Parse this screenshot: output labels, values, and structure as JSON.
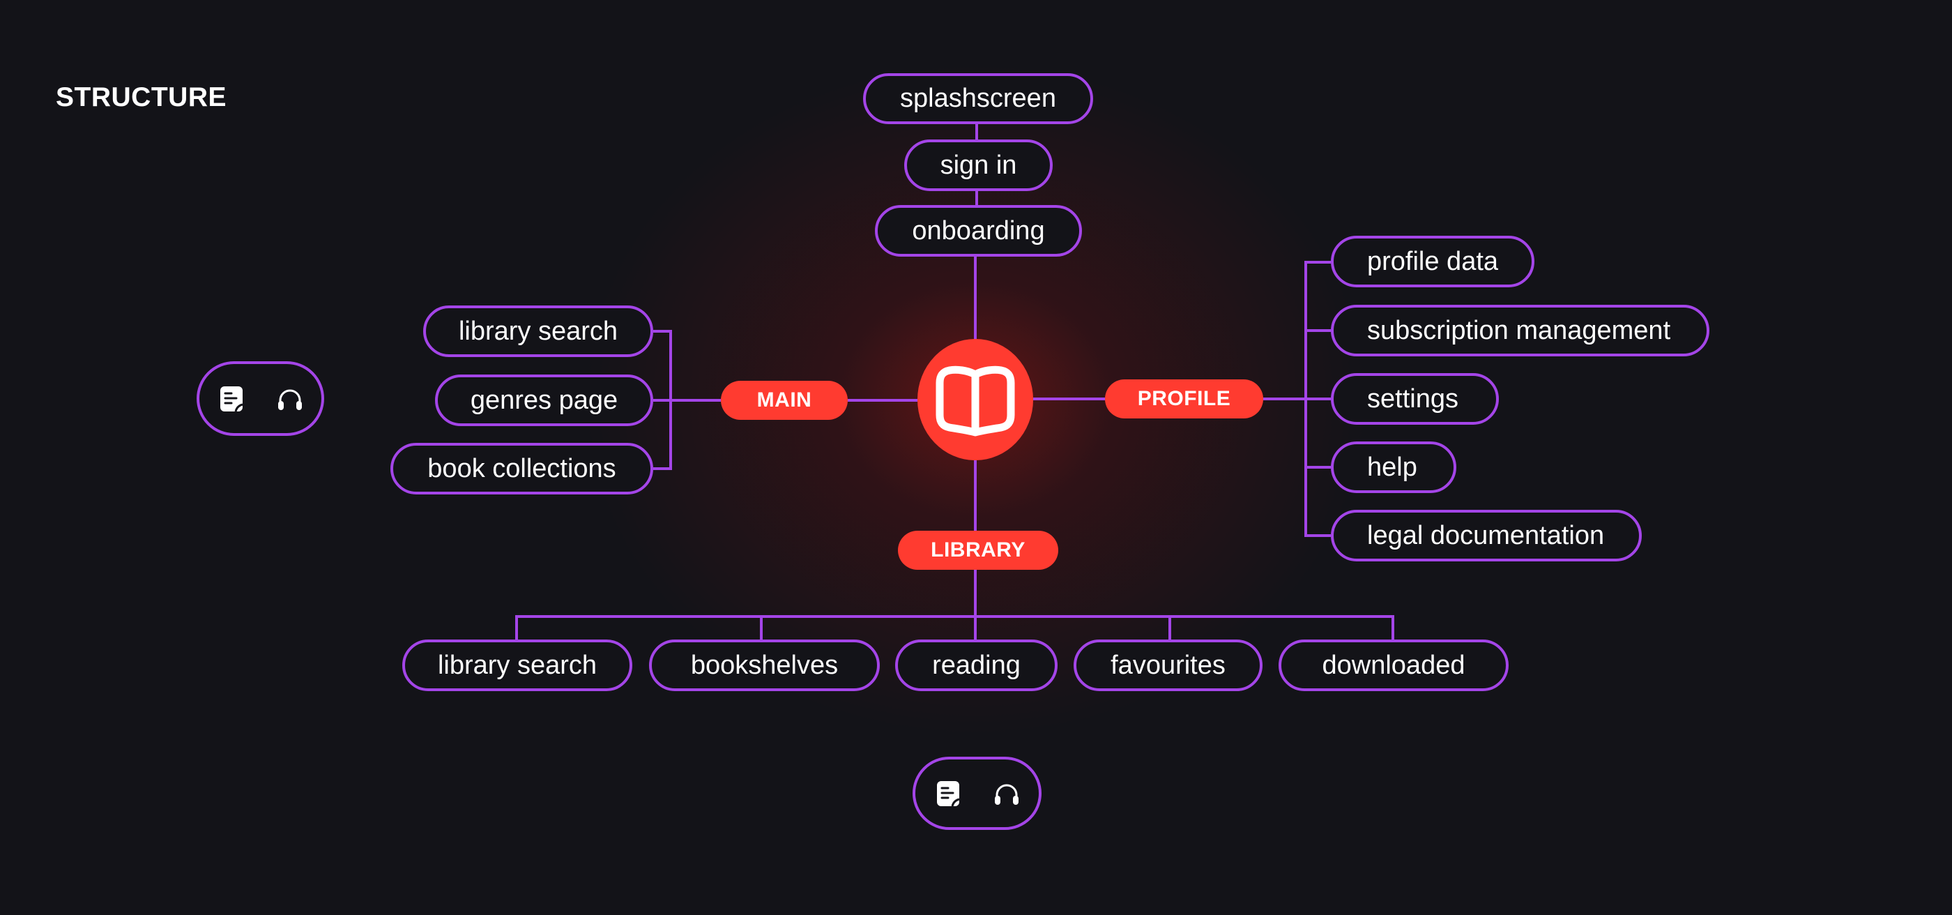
{
  "title": "STRUCTURE",
  "colors": {
    "accent_purple": "#A445E8",
    "accent_red": "#FF3B30",
    "background": "#131318",
    "text": "#FFFFFF"
  },
  "hub": {
    "icon": "open-book-icon"
  },
  "onboarding_flow": [
    "splashscreen",
    "sign in",
    "onboarding"
  ],
  "sections": {
    "main": {
      "label": "MAIN",
      "items": [
        "library search",
        "genres page",
        "book collections"
      ]
    },
    "profile": {
      "label": "PROFILE",
      "items": [
        "profile data",
        "subscription management",
        "settings",
        "help",
        "legal documentation"
      ]
    },
    "library": {
      "label": "LIBRARY",
      "items": [
        "library search",
        "bookshelves",
        "reading",
        "favourites",
        "downloaded"
      ]
    }
  },
  "mode_toggles": [
    {
      "icons": [
        "text-document-icon",
        "headphones-icon"
      ]
    },
    {
      "icons": [
        "text-document-icon",
        "headphones-icon"
      ]
    }
  ]
}
